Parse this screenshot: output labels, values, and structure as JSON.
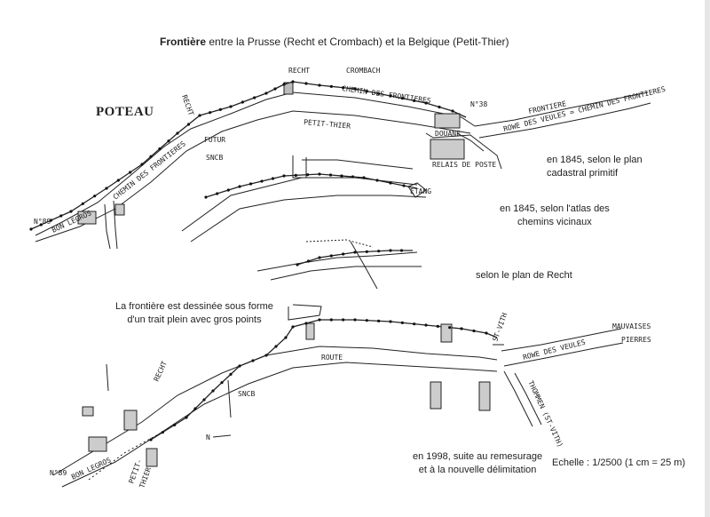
{
  "title": {
    "bold": "Frontière",
    "rest": " entre la Prusse (Recht et Crombach) et la Belgique (Petit-Thier)"
  },
  "poteau": "POTEAU",
  "notes": {
    "n1_l1": "en 1845, selon le plan",
    "n1_l2": "cadastral primitif",
    "n2_l1": "en 1845, selon l'atlas des",
    "n2_l2": "chemins vicinaux",
    "n3": "selon le plan de Recht",
    "n4_l1": "La frontière est dessinée sous forme",
    "n4_l2": "d'un trait plein avec gros points",
    "n5_l1": "en 1998, suite au remesurage",
    "n5_l2": "et à la nouvelle délimitation",
    "scale": "Echelle : 1/2500 (1 cm = 25 m)"
  },
  "map_labels": {
    "recht_top": "RECHT",
    "crombach": "CROMBACH",
    "recht_rot": "RECHT",
    "chemin_frontieres": "CHEMIN DES FRONTIERES",
    "chemin_frontieres_left": "CHEMIN DES FRONTIERES",
    "frontiere": "FRONTIERE",
    "rowe_veules_top": "ROWE DES VEULES = CHEMIN DES FRONTIERES",
    "petit_thier_top": "PETIT-THIER",
    "douane": "DOUANE",
    "relais_poste": "RELAIS DE POSTE",
    "futur_sncb_1": "FUTUR",
    "futur_sncb_2": "SNCB",
    "bon_legros_top": "BON LEGROS",
    "n89_top": "N°89",
    "n38": "N°38",
    "etang": "ETANG",
    "route": "ROUTE",
    "rowe_veules_bottom": "ROWE DES VEULES",
    "mauvaises": "MAUVAISES",
    "pierres": "PIERRES",
    "saint_vith": "ST-VITH",
    "recht_bottom": "RECHT",
    "sncb": "SNCB",
    "thommen": "THOMMEN (ST-VITH)",
    "bon_legros_bottom": "BON LEGROS",
    "petit_thier_bottom_1": "PETIT-",
    "petit_thier_bottom_2": "THIER",
    "n89_bottom": "N°89",
    "north": "N"
  }
}
